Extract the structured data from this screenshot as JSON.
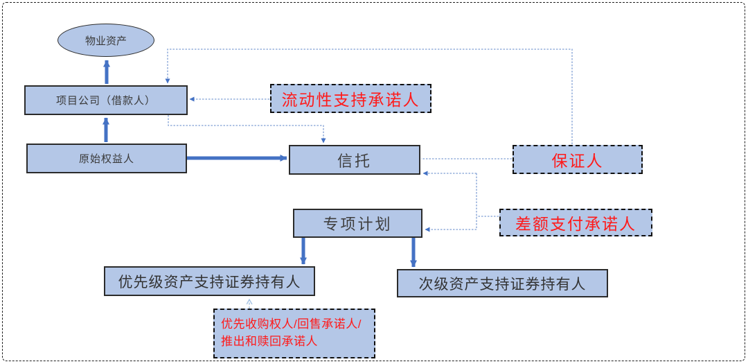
{
  "diagram": {
    "type": "flowchart",
    "colors": {
      "node_fill": "#b4c7e7",
      "node_border": "#2b2b2b",
      "solid_arrow": "#4472c4",
      "dotted_line": "#7f9fd4",
      "light_dashed_arrow": "#a4c2e3",
      "red_text": "#ff1a1a",
      "dark_text": "#3a3a3a",
      "outer_frame_border": "#1f1f1f",
      "background": "#ffffff"
    },
    "nodes": {
      "property_asset": {
        "label": "物业资产",
        "shape": "ellipse"
      },
      "project_company": {
        "label": "项目公司（借款人）",
        "shape": "rect"
      },
      "original_equity_holder": {
        "label": "原始权益人",
        "shape": "rect"
      },
      "trust": {
        "label": "信托",
        "shape": "rect"
      },
      "liquidity_support": {
        "label": "流动性支持承诺人",
        "shape": "rect-dashed"
      },
      "guarantor": {
        "label": "保证人",
        "shape": "rect-dashed"
      },
      "special_plan": {
        "label": "专项计划",
        "shape": "rect"
      },
      "shortfall_payment": {
        "label": "差额支付承诺人",
        "shape": "rect-dashed"
      },
      "senior_holders": {
        "label": "优先级资产支持证券持有人",
        "shape": "rect"
      },
      "subordinate_holders": {
        "label": "次级资产支持证券持有人",
        "shape": "rect"
      },
      "priority_purchaser": {
        "label": "优先收购权人/回售承诺人/推出和赎回承诺人",
        "shape": "rect-dashed"
      }
    },
    "edges": [
      {
        "from": "project_company",
        "to": "property_asset",
        "style": "solid-arrow"
      },
      {
        "from": "original_equity_holder",
        "to": "project_company",
        "style": "solid-arrow"
      },
      {
        "from": "original_equity_holder",
        "to": "trust",
        "style": "solid-arrow"
      },
      {
        "from": "special_plan",
        "to": "senior_holders",
        "style": "solid-arrow"
      },
      {
        "from": "special_plan",
        "to": "subordinate_holders",
        "style": "solid-arrow"
      },
      {
        "from": "guarantor",
        "to": "project_company",
        "style": "dotted-arrow"
      },
      {
        "from": "liquidity_support",
        "to": "project_company",
        "style": "dotted-arrow"
      },
      {
        "from": "project_company",
        "to": "trust",
        "style": "dotted-arrow"
      },
      {
        "from": "guarantor",
        "to": "trust",
        "style": "dotted-plain"
      },
      {
        "from": "shortfall_payment",
        "to": "trust",
        "style": "dotted-arrow"
      },
      {
        "from": "shortfall_payment",
        "to": "special_plan",
        "style": "dotted-arrow"
      },
      {
        "from": "priority_purchaser",
        "to": "senior_holders",
        "style": "dashed-open-arrow"
      }
    ]
  }
}
